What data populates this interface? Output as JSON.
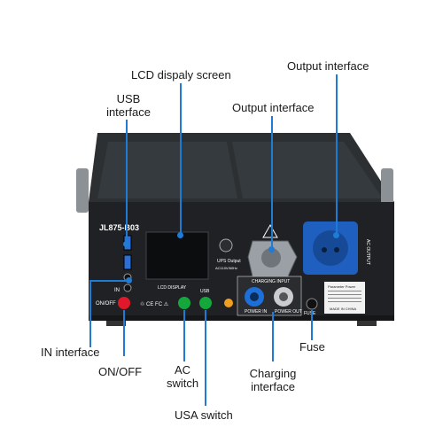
{
  "callouts": {
    "lcd": "LCD dispaly screen",
    "output1": "Output interface",
    "output2": "Output interface",
    "usb_line1": "USB",
    "usb_line2": "interface",
    "in": "IN interface",
    "onoff": "ON/OFF",
    "ac_line1": "AC",
    "ac_line2": "switch",
    "usa": "USA switch",
    "charging_line1": "Charging",
    "charging_line2": "interface",
    "fuse": "Fuse"
  },
  "panel": {
    "model": "JL875-B03",
    "lcd_label": "LCD DISPLAY",
    "ups_output": "UPS Output",
    "ups_spec": "AC110V/60Hz",
    "onoff_label": "ON/OFF",
    "usb_label": "USB",
    "in_label": "IN",
    "charging_input": "CHARGING INPUT",
    "power_in": "POWER IN",
    "power_out": "POWER OUT",
    "fuse_label": "FUSE",
    "ac_output": "AC OUTPUT",
    "made_in": "MADE IN CHINA",
    "params_title": "Parameter Power"
  },
  "colors": {
    "accent": "#1e7bd6",
    "body": "#222426",
    "red_button": "#e0182a",
    "green_button": "#14a83c",
    "socket_blue": "#1f5fbf"
  }
}
